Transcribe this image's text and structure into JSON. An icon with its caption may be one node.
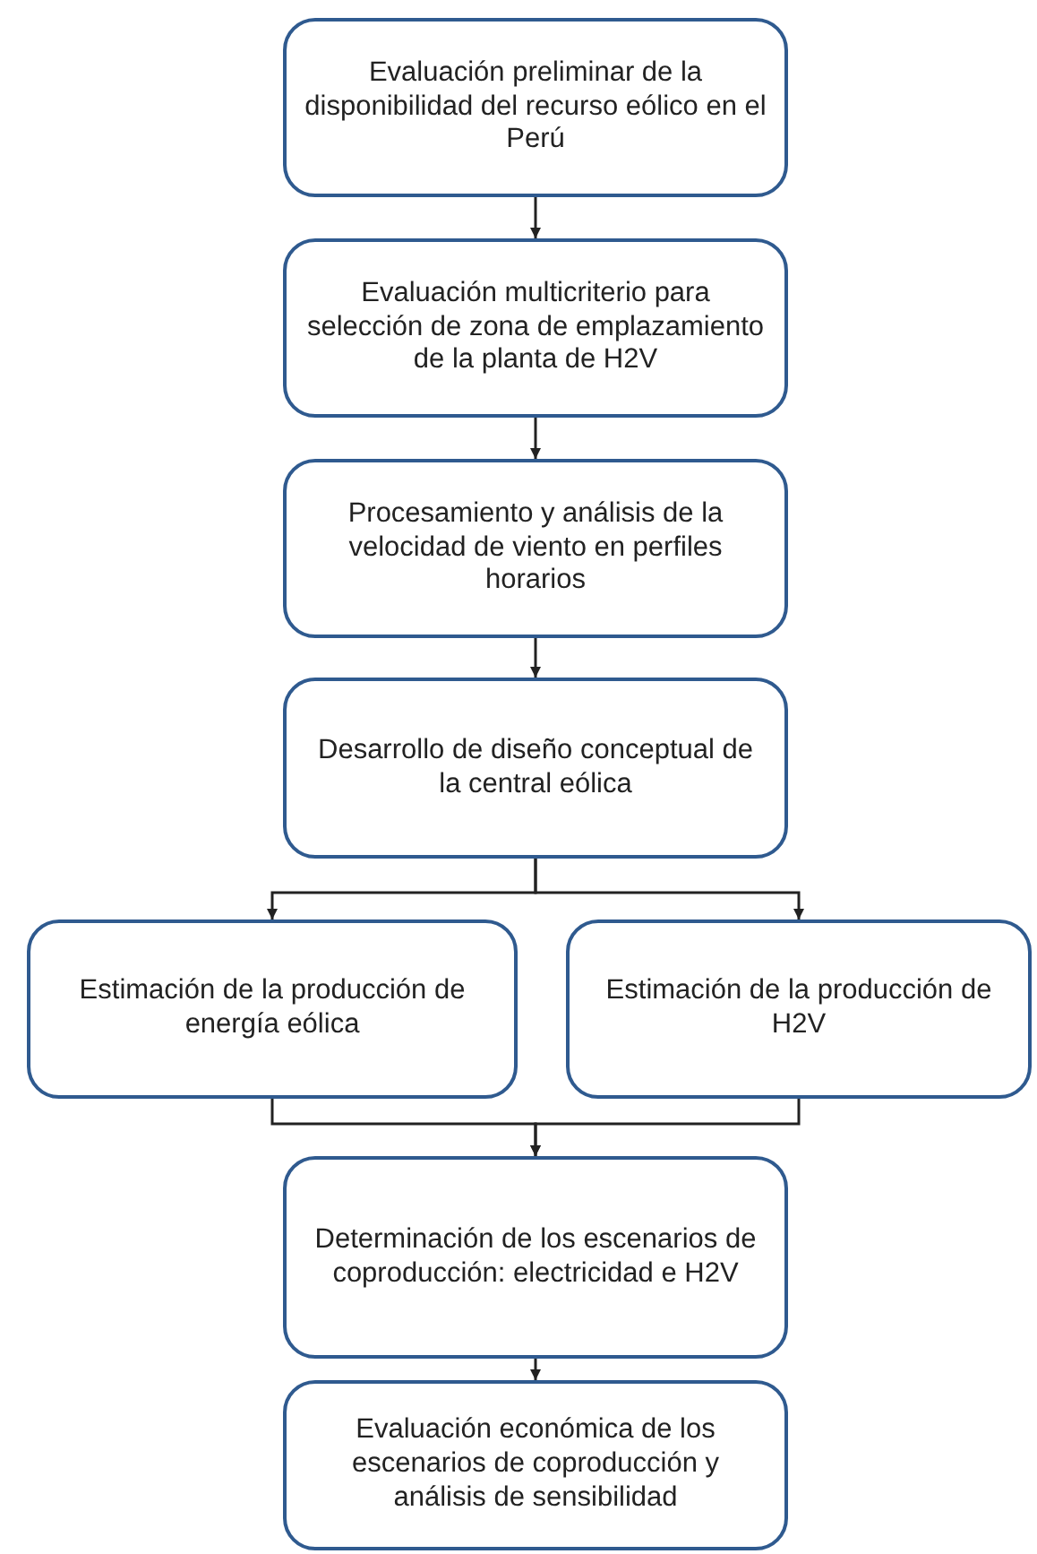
{
  "diagram": {
    "nodes": [
      {
        "text": [
          "Evaluación preliminar de la disponibilidad del recurso eólico en el Perú"
        ]
      },
      {
        "text": [
          "Evaluación multicriterio para selección de zona de emplazamiento de la planta de H2V"
        ]
      },
      {
        "text": [
          "Procesamiento y análisis de la velocidad de viento en perfiles horarios"
        ]
      },
      {
        "text": [
          "Desarrollo de diseño conceptual de la central eólica"
        ]
      },
      {
        "text": [
          "Estimación de la producción de energía eólica"
        ]
      },
      {
        "text": [
          "Estimación de la producción de H2V"
        ]
      },
      {
        "text": [
          "Determinación de los escenarios de coproducción: electricidad e H2V"
        ]
      },
      {
        "text": [
          "Evaluación económica de los escenarios de coproducción y análisis de sensibilidad"
        ]
      }
    ],
    "edges": [
      {
        "from": 0,
        "to": 1,
        "arrow": "to"
      },
      {
        "from": 1,
        "to": 2,
        "arrow": "to"
      },
      {
        "from": 2,
        "to": 3,
        "arrow": "to"
      },
      {
        "from": 3,
        "to": 4,
        "arrow": "to"
      },
      {
        "from": 3,
        "to": 5,
        "arrow": "to"
      },
      {
        "from": 4,
        "to": 6,
        "arrow": "to"
      },
      {
        "from": 5,
        "to": 6,
        "arrow": "to"
      },
      {
        "from": 6,
        "to": 7,
        "arrow": "to"
      }
    ]
  }
}
